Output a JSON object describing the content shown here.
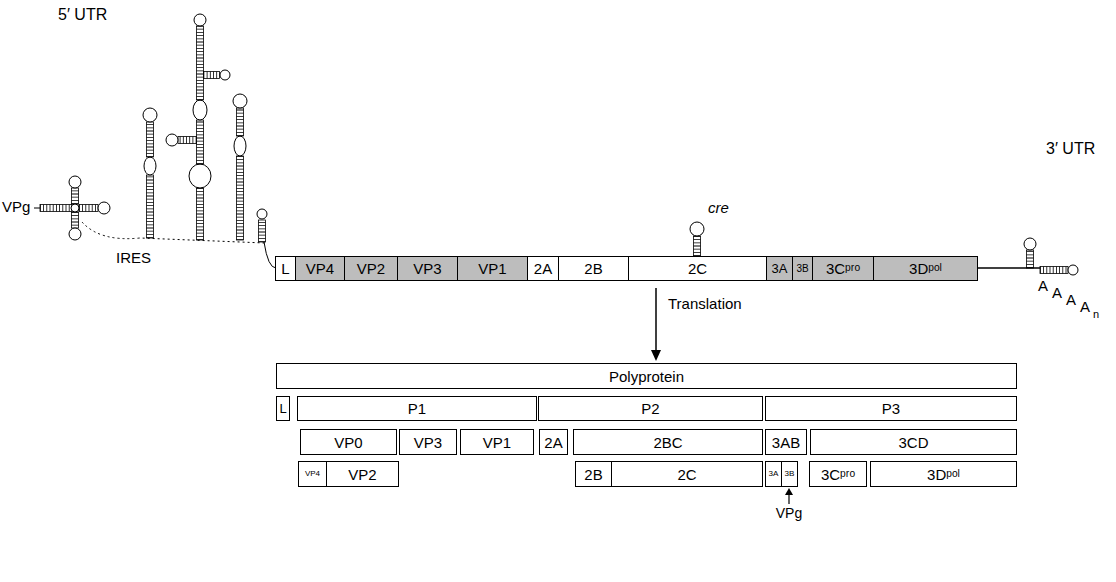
{
  "diagram": {
    "nodes": [
      {
        "text": [
          "L"
        ]
      },
      {
        "text": [
          "VP4"
        ]
      },
      {
        "text": [
          "VP2"
        ]
      },
      {
        "text": [
          "VP3"
        ]
      },
      {
        "text": [
          "VP1"
        ]
      },
      {
        "text": [
          "2A"
        ]
      },
      {
        "text": [
          "2B"
        ]
      },
      {
        "text": [
          "2C"
        ]
      },
      {
        "text": [
          "3A"
        ]
      },
      {
        "text": [
          "3B"
        ]
      },
      {
        "text": [
          "3Cᵖʳᵒ"
        ]
      },
      {
        "text": [
          "3Dᵖᵒˡ"
        ]
      },
      {
        "text": [
          "Polyprotein"
        ]
      },
      {
        "text": [
          "L"
        ]
      },
      {
        "text": [
          "P1"
        ]
      },
      {
        "text": [
          "P2"
        ]
      },
      {
        "text": [
          "P3"
        ]
      },
      {
        "text": [
          "VP0"
        ]
      },
      {
        "text": [
          "VP3"
        ]
      },
      {
        "text": [
          "VP1"
        ]
      },
      {
        "text": [
          "2A"
        ]
      },
      {
        "text": [
          "2BC"
        ]
      },
      {
        "text": [
          "3AB"
        ]
      },
      {
        "text": [
          "3CD"
        ]
      },
      {
        "text": [
          "VP4"
        ]
      },
      {
        "text": [
          "VP2"
        ]
      },
      {
        "text": [
          "2B"
        ]
      },
      {
        "text": [
          "2C"
        ]
      },
      {
        "text": [
          "3A"
        ]
      },
      {
        "text": [
          "3B"
        ]
      },
      {
        "text": [
          "3Cᵖʳᵒ"
        ]
      },
      {
        "text": [
          "3Dᵖᵒˡ"
        ]
      }
    ],
    "edges": [
      {
        "from": 7,
        "to": 12,
        "label": "Translation",
        "arrow": "to"
      }
    ],
    "labels": [
      "5′ UTR",
      "VPg",
      "IRES",
      "cre",
      "3′ UTR",
      "A",
      "A",
      "A",
      "A",
      "n",
      "VPg"
    ]
  }
}
